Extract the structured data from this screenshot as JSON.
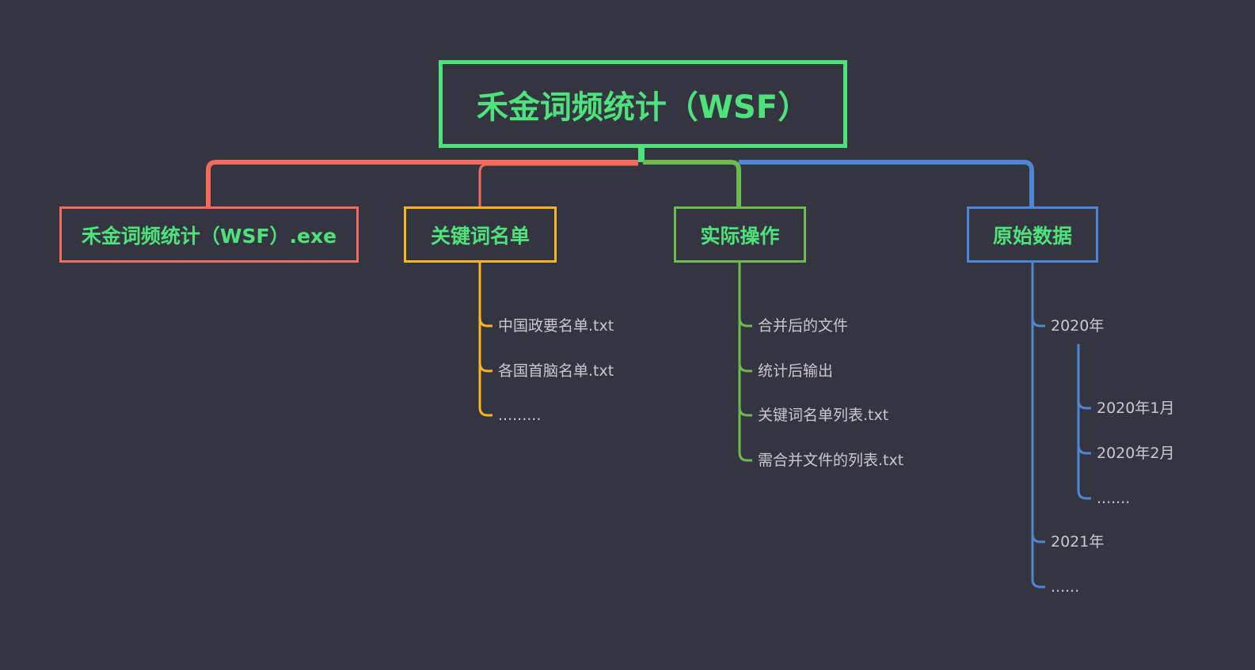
{
  "root": {
    "label": "禾金词频统计（WSF）"
  },
  "branches": [
    {
      "label": "禾金词频统计（WSF）.exe",
      "color": "#f36b5c",
      "children": []
    },
    {
      "label": "关键词名单",
      "color": "#f6b521",
      "children": [
        "中国政要名单.txt",
        "各国首脑名单.txt",
        "........."
      ]
    },
    {
      "label": "实际操作",
      "color": "#6abb50",
      "children": [
        "合并后的文件",
        "统计后输出",
        "关键词名单列表.txt",
        "需合并文件的列表.txt"
      ]
    },
    {
      "label": "原始数据",
      "color": "#4e86d6",
      "children": [
        "2020年",
        "2021年",
        "......"
      ],
      "sub_children_2020": [
        "2020年1月",
        "2020年2月",
        "......."
      ]
    }
  ],
  "colors": {
    "background": "#343541",
    "root_border": "#4ee27b",
    "label_text": "#4ee27b",
    "leaf_text": "#c9c9cd"
  }
}
